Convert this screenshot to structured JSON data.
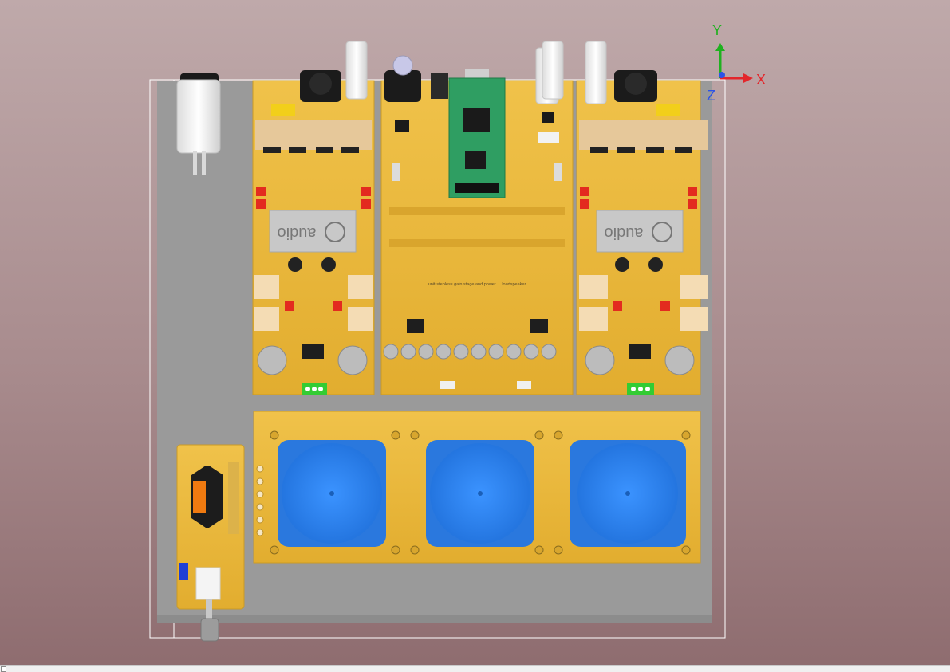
{
  "scene": {
    "background_top": "#bfa9aa",
    "background_bottom": "#8e6c6f",
    "chassis_color": "#9a9a9a",
    "pcb_color": "#e8b73a",
    "transformer_color": "#2f86f0",
    "selection_outline_color": "#ffffff"
  },
  "boards": {
    "logo_left": "audio",
    "logo_right": "audio",
    "center_label": "unit-stepless gain stage and power  ... loudspeaker",
    "transformer_caption_1": "",
    "transformer_caption_2": "",
    "transformer_caption_3": ""
  },
  "axis_triad": {
    "x_label": "X",
    "y_label": "Y",
    "z_label": "Z",
    "x_color": "#e3262b",
    "y_color": "#1fb11f",
    "z_color": "#2b52e8"
  },
  "icons": [
    "grip-icon"
  ]
}
